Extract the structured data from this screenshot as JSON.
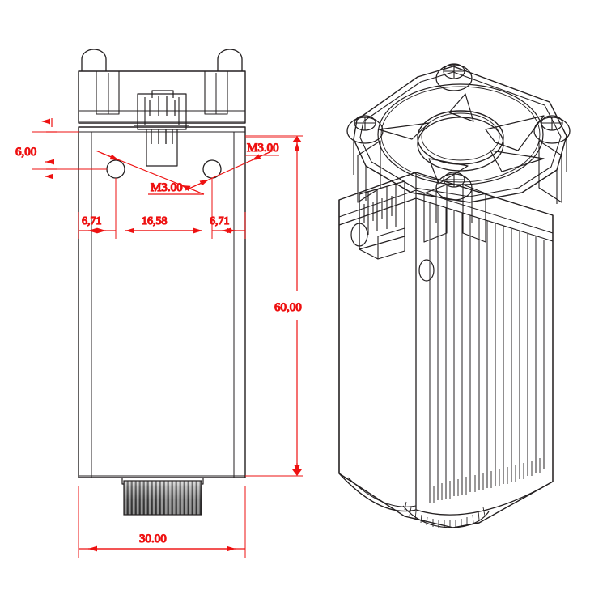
{
  "drawing": {
    "title": "Laser module engineering drawing",
    "background_color": "#ffffff",
    "line_color": "#231f20",
    "dimension_color": "#ee1111",
    "units_note": "millimetres",
    "views": [
      {
        "name": "front-view",
        "label": "front orthographic view",
        "position": "left"
      },
      {
        "name": "isometric-view",
        "label": "isometric 3D view",
        "position": "right"
      }
    ]
  },
  "dimensions": {
    "top_offset": {
      "name": "dim-6-00",
      "value": "6,00",
      "orientation": "vertical",
      "location": "left of front view"
    },
    "hole_left_edge": {
      "name": "dim-6-71-left",
      "value": "6,71",
      "orientation": "horizontal"
    },
    "hole_spacing": {
      "name": "dim-16-58",
      "value": "16,58",
      "orientation": "horizontal"
    },
    "hole_right_edge": {
      "name": "dim-6-71-right",
      "value": "6,71",
      "orientation": "horizontal"
    },
    "overall_height": {
      "name": "dim-60-00",
      "value": "60,00",
      "orientation": "vertical",
      "location": "right of front view"
    },
    "overall_width": {
      "name": "dim-30-00",
      "value": "30.00",
      "orientation": "horizontal",
      "location": "below front view"
    }
  },
  "callouts": {
    "thread_left": {
      "name": "callout-m3-left",
      "value": "M3.00"
    },
    "thread_right": {
      "name": "callout-m3-right",
      "value": "M3.00"
    }
  },
  "features": {
    "fan": "cooling-fan",
    "heatsink": "heatsink-fins",
    "connector": "power-connector",
    "lens_ring": "knurled-lens-ring",
    "screws": "corner-screws",
    "mount_holes": "m3-mounting-holes"
  }
}
